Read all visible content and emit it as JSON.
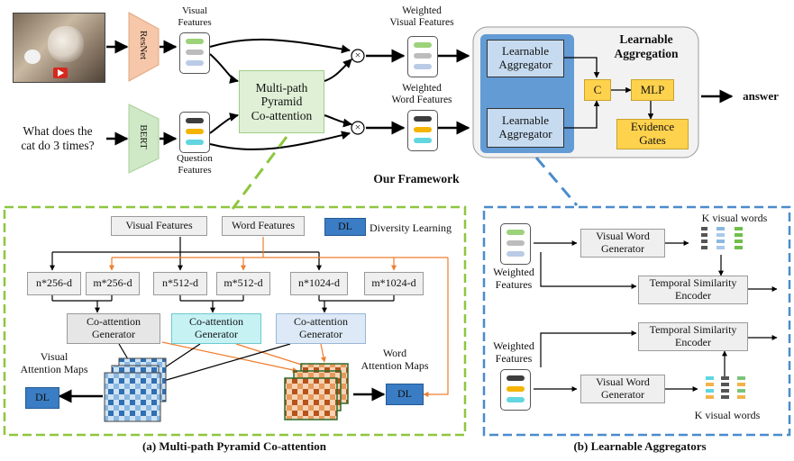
{
  "top": {
    "resnet": "ResNet",
    "bert": "BERT",
    "visual_features": "Visual\nFeatures",
    "question": "What does the\ncat do 3 times?",
    "question_features": "Question\nFeatures",
    "mppca": "Multi-path\nPyramid\nCo-attention",
    "weighted_visual": "Weighted\nVisual Features",
    "weighted_word": "Weighted\nWord Features",
    "otimes": "⊗",
    "learnable_aggregation": "Learnable\nAggregation",
    "learnable_aggregator": "Learnable\nAggregator",
    "c": "C",
    "mlp": "MLP",
    "evidence_gates": "Evidence\nGates",
    "answer": "answer",
    "framework_title": "Our Framework"
  },
  "panel_a": {
    "visual_features": "Visual Features",
    "word_features": "Word Features",
    "dl": "DL",
    "diversity_learning": "Diversity Learning",
    "dims": [
      "n*256-d",
      "m*256-d",
      "n*512-d",
      "m*512-d",
      "n*1024-d",
      "m*1024-d"
    ],
    "coattention_generator": "Co-attention\nGenerator",
    "visual_attention_maps": "Visual\nAttention Maps",
    "word_attention_maps": "Word\nAttention Maps",
    "caption": "(a) Multi-path Pyramid Co-attention"
  },
  "panel_b": {
    "weighted_features": "Weighted\nFeatures",
    "visual_word_generator": "Visual Word\nGenerator",
    "k_visual_words": "K visual words",
    "temporal_similarity_encoder": "Temporal Similarity\nEncoder",
    "caption": "(b) Learnable Aggregators"
  },
  "colors": {
    "resnet": "#f6c7a8",
    "bert": "#cfe8c5",
    "mppca": "#dff0d6",
    "aggregator_blue": "#4a8cd0",
    "yellow": "#ffd24d",
    "green_dash": "#8ec63f",
    "blue_dash": "#4a8ccc",
    "orange": "#ef7d2d"
  }
}
